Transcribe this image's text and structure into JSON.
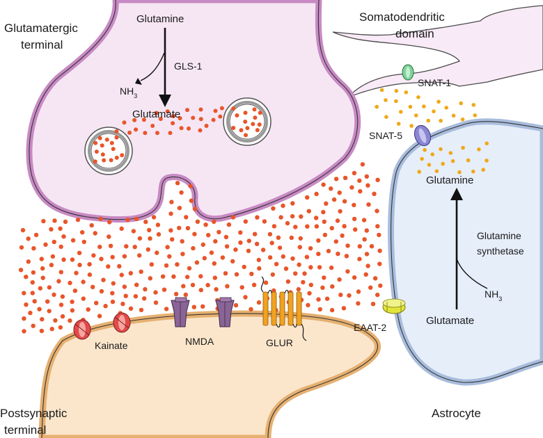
{
  "labels": {
    "glutamatergic_terminal": [
      "Glutamatergic",
      "terminal"
    ],
    "glutamine_top": "Glutamine",
    "gls1": "GLS-1",
    "nh3": "NH",
    "nh3_sub": "3",
    "glutamate_pre": "Glutamate",
    "somatodendritic": [
      "Somatodendritic",
      "domain"
    ],
    "snat1": "SNAT-1",
    "snat5": "SNAT-5",
    "glutamine_astro": "Glutamine",
    "glutamine_synthetase": [
      "Glutamine",
      "synthetase"
    ],
    "glutamate_astro": "Glutamate",
    "eaat2": "EAAT-2",
    "kainate": "Kainate",
    "nmda": "NMDA",
    "glur": "GLUR",
    "postsynaptic": [
      "Postsynaptic",
      "terminal"
    ],
    "astrocyte": "Astrocyte"
  },
  "colors": {
    "glutamate_dot": "#e8552a",
    "glutamine_dot": "#f0a818",
    "presynaptic_fill": "#f6e6f4",
    "presynaptic_stroke": "#c88ac4",
    "postsynaptic_fill": "#fbe6cc",
    "postsynaptic_stroke": "#e6b070",
    "astrocyte_fill": "#e6eefa",
    "astrocyte_stroke": "#a8bcdc",
    "kainate": "#e24a4a",
    "nmda": "#8a6496",
    "glur": "#f2a220",
    "eaat2": "#e2e43a",
    "snat1": "#3fb964",
    "snat5": "#8a86d2"
  }
}
